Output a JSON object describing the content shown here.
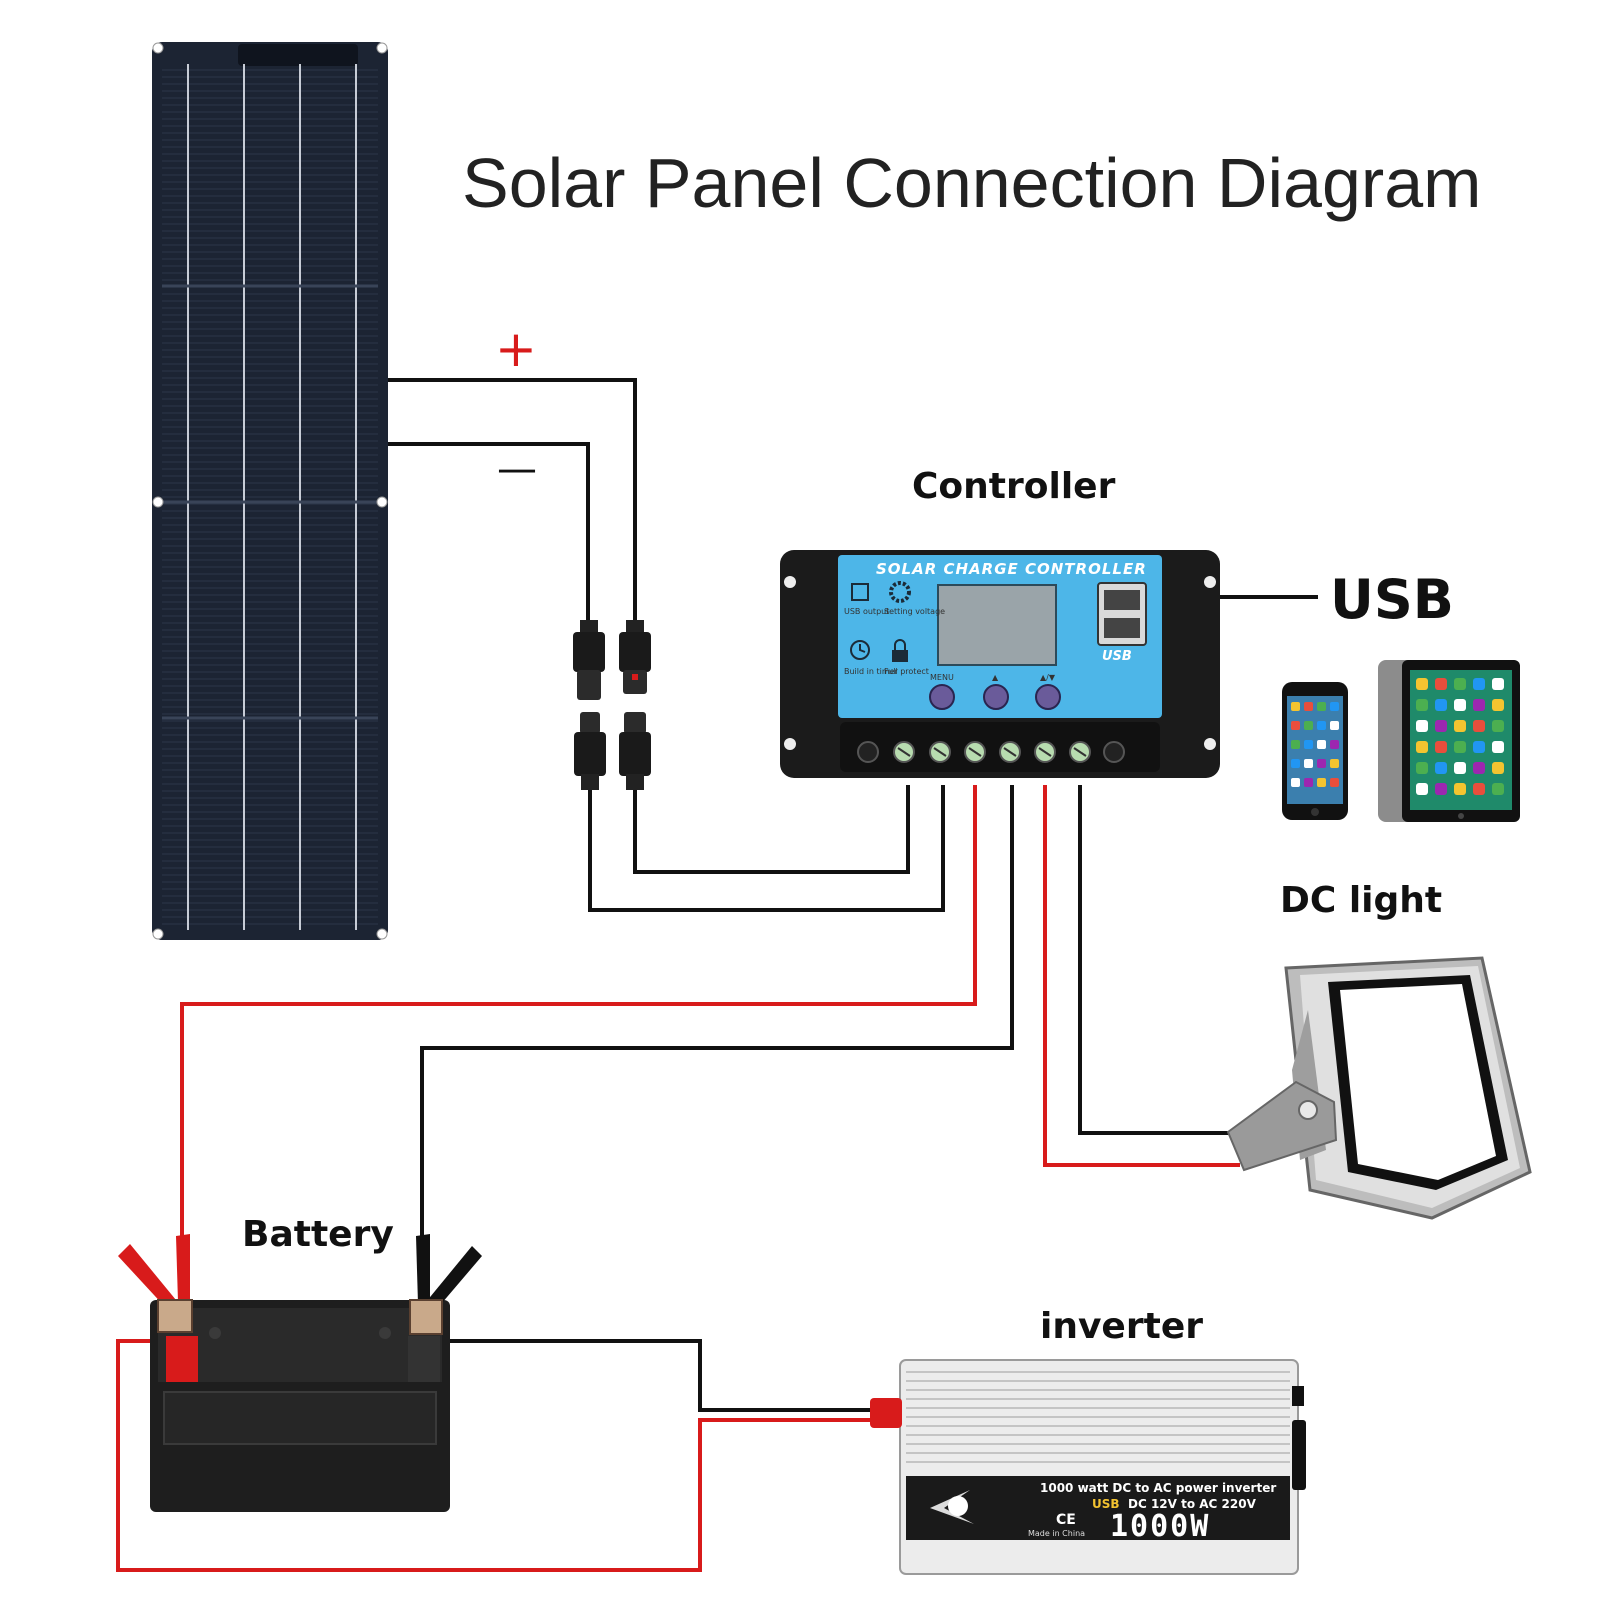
{
  "title": "Solar Panel Connection Diagram",
  "labels": {
    "controller": "Controller",
    "usb": "USB",
    "dc_light": "DC light",
    "battery": "Battery",
    "inverter": "inverter",
    "plus": "+",
    "minus": "—"
  },
  "controller": {
    "panel_title": "SOLAR CHARGE CONTROLLER",
    "usb_logo": "USB",
    "icon_labels": [
      "USB output",
      "Setting voltage",
      "Build in timer",
      "Full protect"
    ],
    "button_labels": [
      "MENU",
      "▲",
      "▲/▼"
    ]
  },
  "inverter": {
    "line1": "1000 watt DC to AC power inverter",
    "usb_word": "USB",
    "line2": "DC 12V to AC 220V",
    "ce": "CE",
    "made": "Made in China",
    "power": "1000W"
  },
  "colors": {
    "wire_positive": "#d81b1b",
    "wire_negative": "#111111",
    "controller_face": "#4db6e8",
    "panel": "#1c2433"
  },
  "icons": [
    "solar-panel-icon",
    "charge-controller-icon",
    "mc4-connector-icon",
    "smartphone-icon",
    "tablet-icon",
    "flood-light-icon",
    "battery-icon",
    "alligator-clip-icon",
    "inverter-icon"
  ]
}
